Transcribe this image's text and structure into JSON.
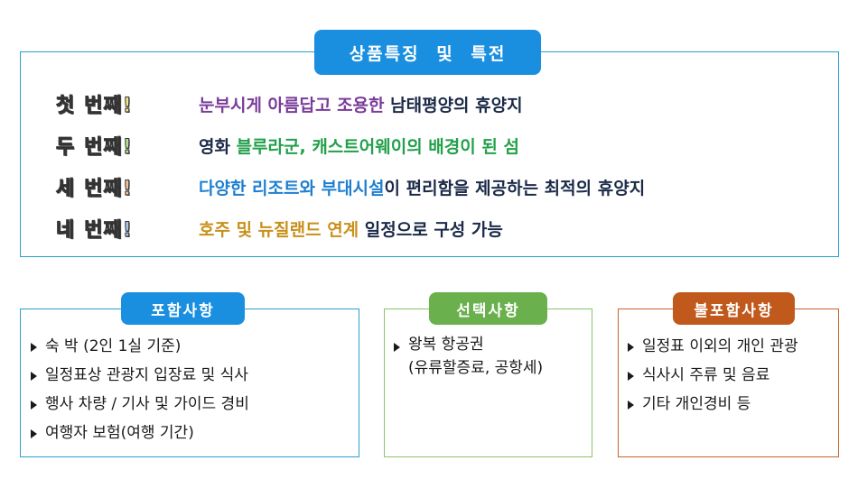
{
  "features": {
    "title": "상품특징 및 특전",
    "rows": [
      {
        "ordinal_a": "첫",
        "ordinal_b": "번째!",
        "ordinal_color": "#f2e28a",
        "parts": [
          {
            "text": "눈부시게 아름답고 조용한 ",
            "color": "#7a3c9a"
          },
          {
            "text": "남태평양의 휴양지",
            "color": "#1b2a48"
          }
        ]
      },
      {
        "ordinal_a": "두",
        "ordinal_b": "번째!",
        "ordinal_color": "#b8e08a",
        "parts": [
          {
            "text": "영화 ",
            "color": "#1b2a48"
          },
          {
            "text": "블루라군, 캐스트어웨이의 배경이 된 섬",
            "color": "#22a04a"
          }
        ]
      },
      {
        "ordinal_a": "세",
        "ordinal_b": "번째!",
        "ordinal_color": "#f4c09a",
        "parts": [
          {
            "text": "다양한 리조트와 부대시설",
            "color": "#1e7fd0"
          },
          {
            "text": "이 편리함을 제공하는 최적의 휴양지",
            "color": "#1b2a48"
          }
        ]
      },
      {
        "ordinal_a": "네",
        "ordinal_b": "번째!",
        "ordinal_color": "#a9c4ec",
        "parts": [
          {
            "text": "호주 및 뉴질랜드 연계 ",
            "color": "#c8901a"
          },
          {
            "text": "일정으로 구성 가능",
            "color": "#1b2a48"
          }
        ]
      }
    ]
  },
  "included": {
    "title": "포함사항",
    "items": [
      "숙 박 (2인 1실 기준)",
      "일정표상 관광지 입장료 및 식사",
      "행사 차량 / 기사 및 가이드 경비",
      "여행자 보험(여행 기간)"
    ]
  },
  "optional": {
    "title": "선택사항",
    "items": [
      {
        "line1": "왕복 항공권",
        "line2": "(유류할증료, 공항세)"
      }
    ]
  },
  "excluded": {
    "title": "불포함사항",
    "items": [
      "일정표 이외의 개인 관광",
      "식사시 주류 및 음료",
      "기타 개인경비 등"
    ]
  },
  "colors": {
    "feature_blue": "#1a8fdf",
    "included_blue": "#1a8fdf",
    "optional_green": "#6ab04c",
    "excluded_orange": "#c1581c"
  }
}
